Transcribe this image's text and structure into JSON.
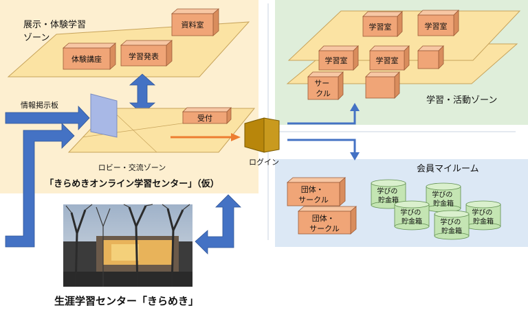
{
  "zones": {
    "exhibit_title_line1": "展示・体験学習",
    "exhibit_title_line2": "ゾーン",
    "lobby_label": "ロビー・交流ゾーン",
    "online_center": "「きらめきオンライン学習センター」（仮）",
    "study_zone": "学習・活動ゾーン",
    "member_room": "会員マイルーム"
  },
  "rooms": {
    "archive": "資料室",
    "workshop": "体験講座",
    "presentation": "学習発表",
    "study": "学習室",
    "circle_line1": "サー",
    "circle_line2": "クル",
    "group_line1": "団体・",
    "group_line2": "サークル",
    "bank_line1": "学びの",
    "bank_line2": "貯金箱"
  },
  "labels": {
    "bulletin": "情報掲示板",
    "reception": "受付",
    "login": "ログイン",
    "physical_center": "生涯学習センター「きらめき」"
  },
  "colors": {
    "left_bg": "#fdefd0",
    "study_bg": "#dfeeda",
    "member_bg": "#dce8f5",
    "plate": "#fbe3a3",
    "arrow_blue": "#4472c4",
    "arrow_orange": "#ed7d31",
    "door": "#b8860b"
  }
}
